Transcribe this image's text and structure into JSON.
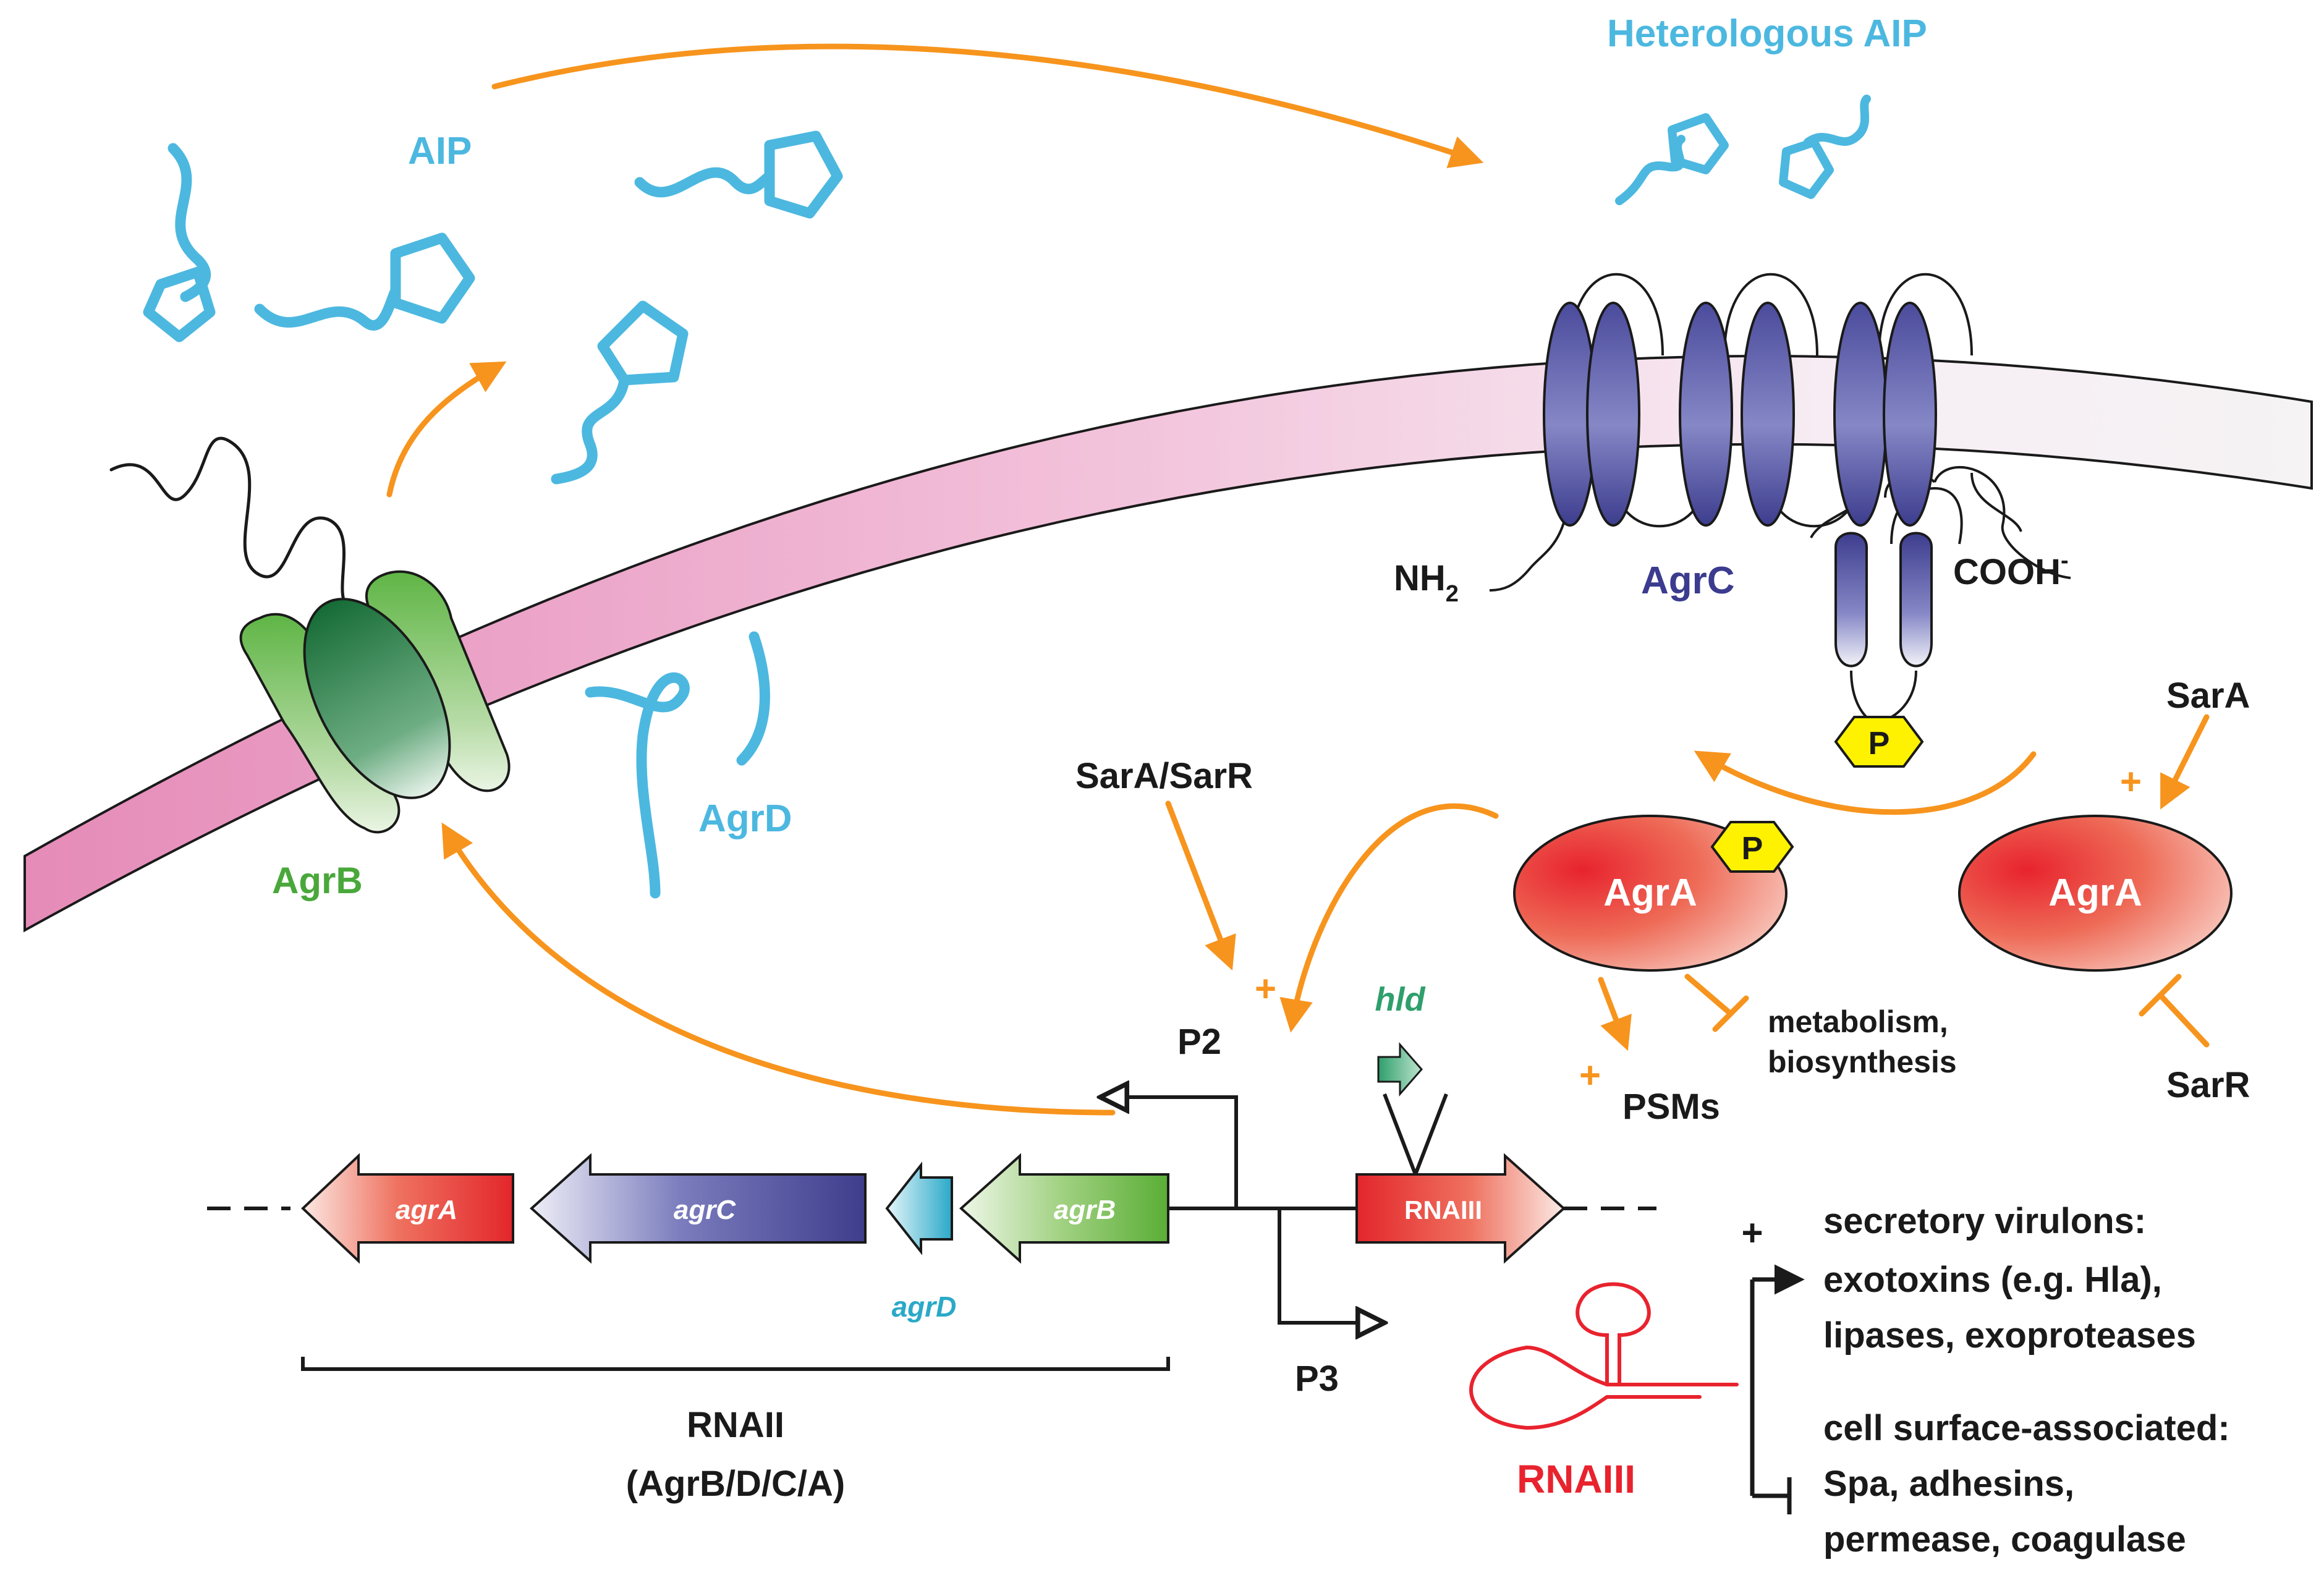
{
  "colors": {
    "orange": "#f7941d",
    "aip": "#4cb8e0",
    "agrc_text": "#3b3b8f",
    "agrb_text": "#49a83a",
    "rnaiii": "#e8232e",
    "membrane": "#eaa1c6",
    "phospho": "#fff200"
  },
  "labels": {
    "heterologous_aip": "Heterologous AIP",
    "aip": "AIP",
    "agrb": "AgrB",
    "agrd_protein": "AgrD",
    "agrc": "AgrC",
    "nh2": "NH",
    "nh2_sub": "2",
    "cooh": "COOH",
    "cooh_sup": "-",
    "phospho": "P",
    "sara_top": "SarA",
    "sarr_bottom": "SarR",
    "sara_sarr": "SarA/SarR",
    "agra_phospho": "AgrA",
    "agra": "AgrA",
    "metabolism_line1": "metabolism,",
    "metabolism_line2": "biosynthesis",
    "psms": "PSMs",
    "plus": "+",
    "p2": "P2",
    "p3": "P3",
    "hld": "hld",
    "rnaiii_gene": "RNAIII",
    "rnaiii_transcript": "RNAIII",
    "rnaii_line1": "RNAII",
    "rnaii_line2": "(AgrB/D/C/A)",
    "virulons_line1": "secretory virulons:",
    "virulons_line2": "exotoxins (e.g. Hla),",
    "virulons_line3": "lipases, exoproteases",
    "surface_line1": "cell surface-associated:",
    "surface_line2": "Spa, adhesins,",
    "surface_line3": "permease, coagulase"
  },
  "genes": {
    "agra": "agrA",
    "agrc": "agrC",
    "agrd": "agrD",
    "agrb": "agrB"
  }
}
